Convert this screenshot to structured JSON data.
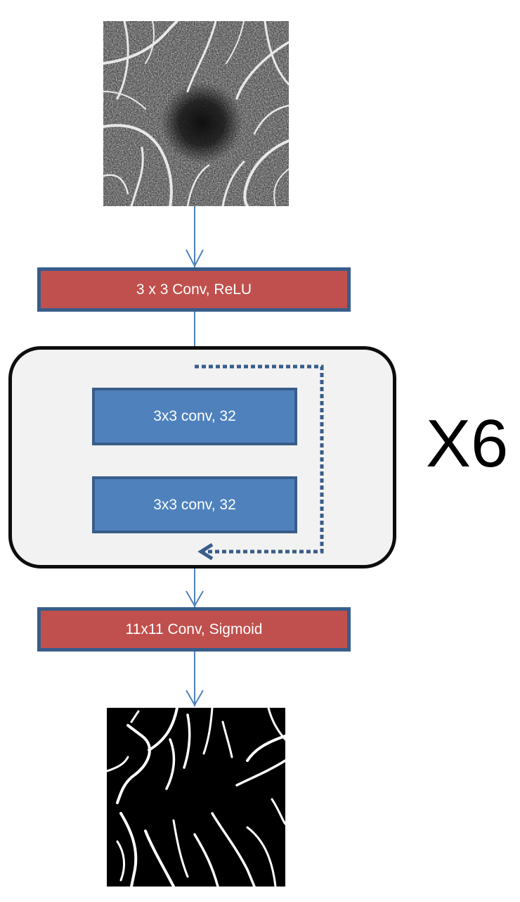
{
  "input_image": {
    "alt": ""
  },
  "layers": {
    "conv_relu": "3 x 3 Conv, ReLU",
    "conv1": "3x3 conv, 32",
    "conv2": "3x3 conv, 32",
    "conv_sigmoid": "11x11 Conv, Sigmoid"
  },
  "repeat_label": "X6",
  "colors": {
    "red_layer": "#c0504d",
    "blue_layer": "#4f81bd",
    "layer_border": "#385d8a",
    "arrow": "#4f81bd",
    "skip_connection": "#385d8a",
    "block_fill": "#f2f2f2",
    "block_border": "#0d0d0d"
  },
  "icons": [
    "retina-angiogram-image",
    "vessel-segmentation-mask"
  ]
}
